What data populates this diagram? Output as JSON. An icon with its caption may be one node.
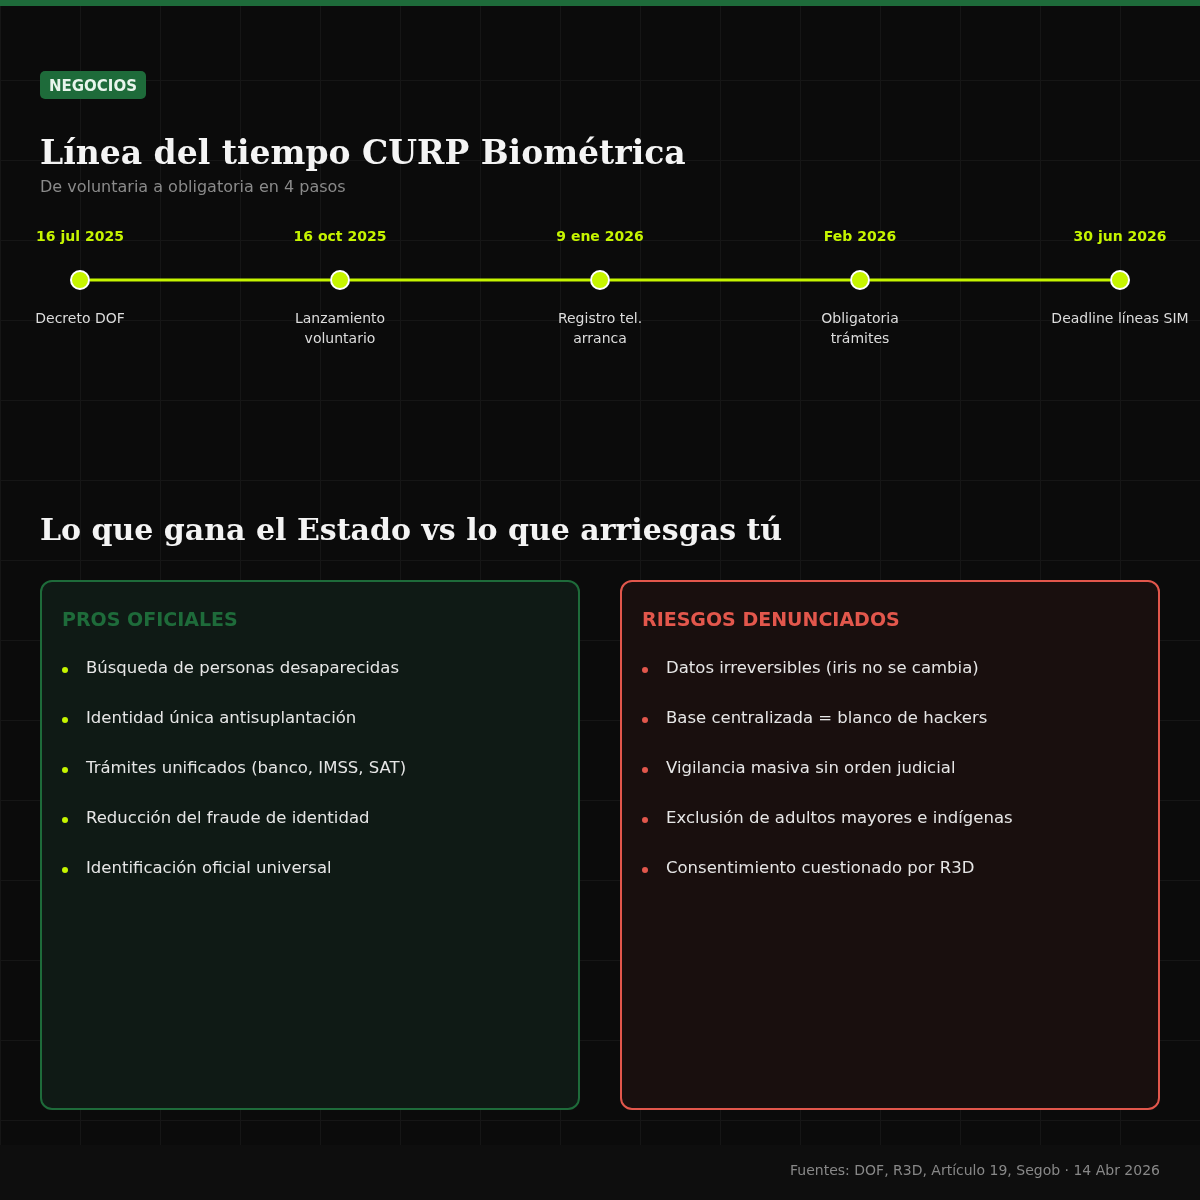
{
  "diagram": {
    "title": "Línea del tiempo CURP Biométrica",
    "nodes": [
      {
        "text": [],
        "shape": "circle",
        "beside": [
          "16 jul 2025",
          "Decreto DOF"
        ]
      },
      {
        "text": [],
        "shape": "circle",
        "beside": [
          "16 oct 2025",
          "Lanzamiento voluntario"
        ]
      },
      {
        "text": [],
        "shape": "circle",
        "beside": [
          "9 ene 2026",
          "Registro tel. arranca"
        ]
      },
      {
        "text": [],
        "shape": "circle",
        "beside": [
          "Feb 2026",
          "Obligatoria trámites"
        ]
      },
      {
        "text": [],
        "shape": "circle",
        "beside": [
          "30 jun 2026",
          "Deadline líneas SIM"
        ]
      },
      {
        "text": [
          "PROS OFICIALES",
          "Búsqueda de personas desaparecidas",
          "Identidad única antisuplantación",
          "Trámites unificados (banco, IMSS, SAT)",
          "Reducción del fraude de identidad",
          "Identificación oficial universal"
        ]
      },
      {
        "text": [
          "RIESGOS DENUNCIADOS",
          "Datos irreversibles (iris no se cambia)",
          "Base centralizada = blanco de hackers",
          "Vigilancia masiva sin orden judicial",
          "Exclusión de adultos mayores e indígenas",
          "Consentimiento cuestionado por R3D"
        ]
      }
    ],
    "edges": [
      {
        "from": 0,
        "to": 1,
        "arrow": "none"
      },
      {
        "from": 1,
        "to": 2,
        "arrow": "none"
      },
      {
        "from": 2,
        "to": 3,
        "arrow": "none"
      },
      {
        "from": 3,
        "to": 4,
        "arrow": "none"
      }
    ],
    "labels": [
      "NEGOCIOS",
      "De voluntaria a obligatoria en 4 pasos",
      "Lo que gana el Estado vs lo que arriesgas tú",
      "Fuentes: DOF, R3D, Artículo 19, Segob · 14 Abr 2026"
    ]
  }
}
